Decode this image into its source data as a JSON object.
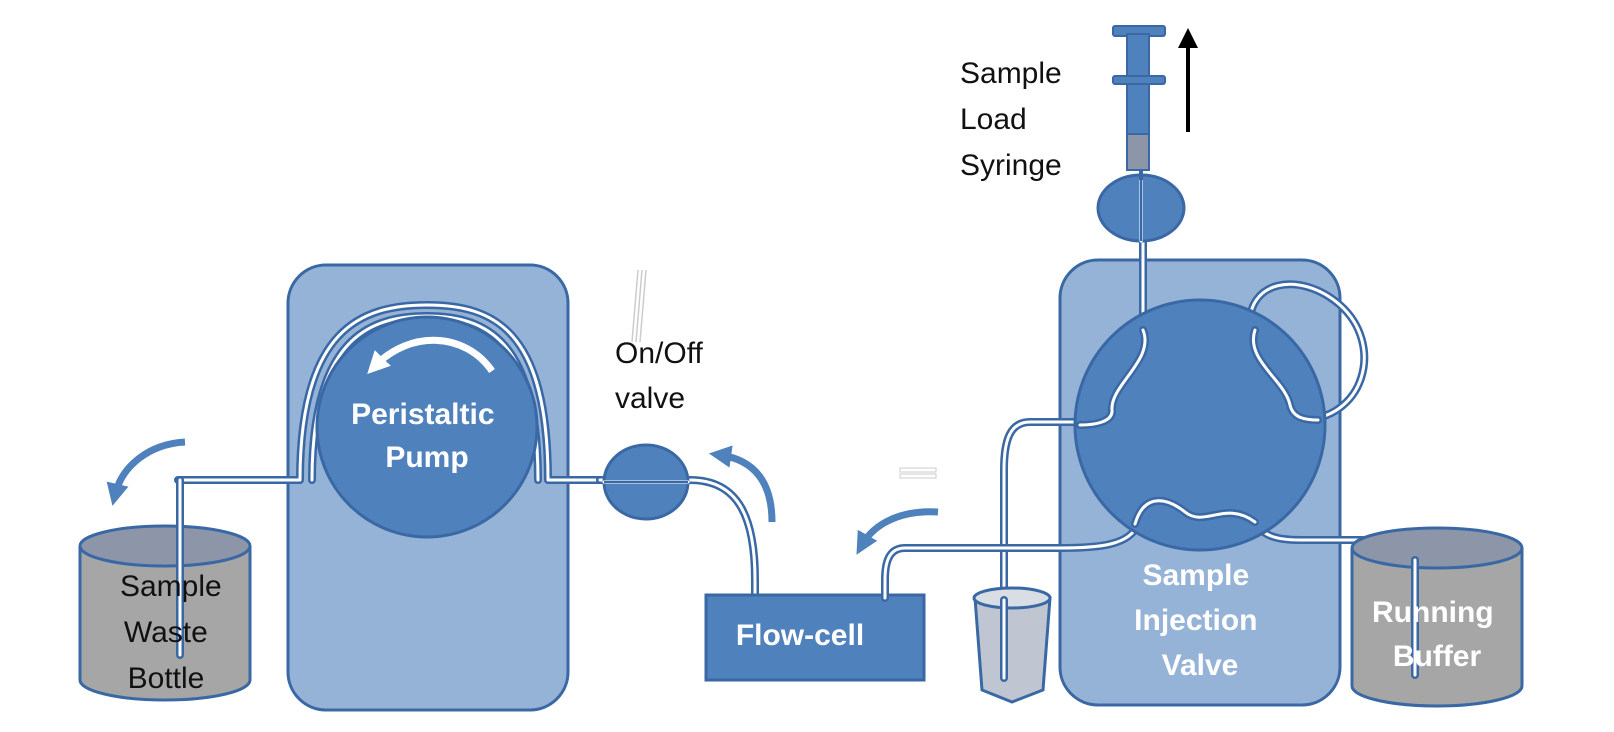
{
  "labels": {
    "pump": [
      "Peristaltic",
      "Pump"
    ],
    "waste": [
      "Sample",
      "Waste",
      "Bottle"
    ],
    "valve": [
      "On/Off",
      "valve"
    ],
    "flowcell": "Flow-cell",
    "syringe": [
      "Sample",
      "Load",
      "Syringe"
    ],
    "injection": [
      "Sample",
      "Injection",
      "Valve"
    ],
    "buffer": [
      "Running",
      "Buffer"
    ]
  },
  "colors": {
    "panel_fill": "#95b3d7",
    "panel_stroke": "#3a68a5",
    "component_fill": "#4f81bd",
    "bottle_fill": "#a6a6a6",
    "bottle_top": "#8c96a8",
    "arrow_blue": "#4f81bd",
    "arrow_black": "#000000"
  }
}
